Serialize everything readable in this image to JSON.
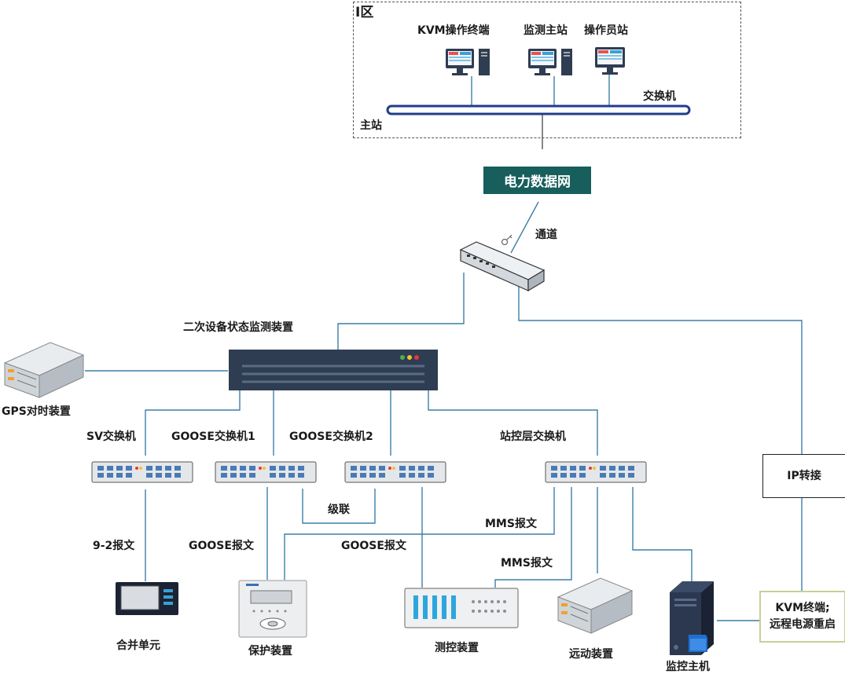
{
  "zone": {
    "label": "I区",
    "station_label": "主站",
    "workstations": [
      "KVM操作终端",
      "监测主站",
      "操作员站"
    ],
    "switch_label": "交换机"
  },
  "network": {
    "label": "电力数据网"
  },
  "channel_label": "通道",
  "monitor_device_label": "二次设备状态监测装置",
  "gps_label": "GPS对时装置",
  "switches": {
    "sv": "SV交换机",
    "goose1": "GOOSE交换机1",
    "goose2": "GOOSE交换机2",
    "station": "站控层交换机"
  },
  "links": {
    "cascade": "级联",
    "sv_msg": "9-2报文",
    "goose_msg_1": "GOOSE报文",
    "goose_msg_2": "GOOSE报文",
    "mms_msg_1": "MMS报文",
    "mms_msg_2": "MMS报文"
  },
  "ip_box": "IP转接",
  "kvm_box": {
    "line1": "KVM终端;",
    "line2": "远程电源重启"
  },
  "devices": {
    "merging_unit": "合并单元",
    "protection": "保护装置",
    "measure_control": "测控装置",
    "telecontrol": "远动装置",
    "monitor_host": "监控主机"
  },
  "colors": {
    "wire": "#3d7fa8",
    "network_box": "#175e5c",
    "monitor_device": "#2f3d52",
    "kvm_box_border": "#c9cf97"
  }
}
